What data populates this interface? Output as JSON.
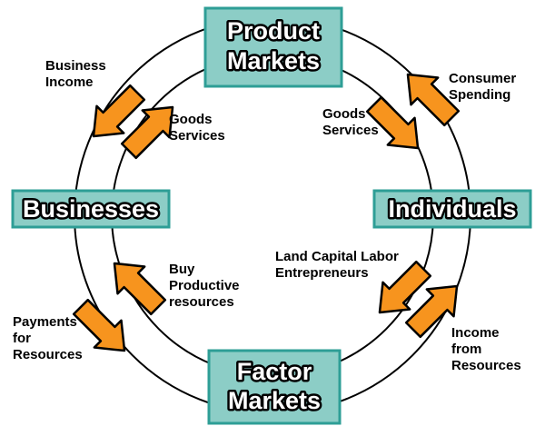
{
  "diagram": {
    "type": "circular-flow-of-economic-activity"
  },
  "colors": {
    "background": "#FFFFFF",
    "ring_stroke": "#000000",
    "arrow_fill": "#F7941E",
    "arrow_outline": "#000000",
    "box_fill": "#8CCDC6",
    "box_border": "#2E9E96",
    "box_text": "#FFFFFF",
    "box_text_outline": "#000000",
    "label_text": "#000000"
  },
  "nodes": {
    "product_markets": {
      "line1": "Product",
      "line2": "Markets"
    },
    "businesses": {
      "label": "Businesses"
    },
    "individuals": {
      "label": "Individuals"
    },
    "factor_markets": {
      "line1": "Factor",
      "line2": "Markets"
    }
  },
  "labels": {
    "business_income": {
      "line1": "Business",
      "line2": "Income"
    },
    "goods_services_upper_left": {
      "line1": "Goods",
      "line2": "Services"
    },
    "goods_services_upper_right": {
      "line1": "Goods",
      "line2": "Services"
    },
    "consumer_spending": {
      "line1": "Consumer",
      "line2": "Spending"
    },
    "land_capital_labor": {
      "line1": "Land Capital Labor",
      "line2": "Entrepreneurs"
    },
    "buy_productive_resources": {
      "line1": "Buy",
      "line2": "Productive",
      "line3": "resources"
    },
    "payments_for_resources": {
      "line1": "Payments",
      "line2": "for",
      "line3": "Resources"
    },
    "income_from_resources": {
      "line1": "Income",
      "line2": "from",
      "line3": "Resources"
    }
  },
  "arrows": [
    {
      "name": "business-income-arrow",
      "loop": "outer",
      "direction": "down-left"
    },
    {
      "name": "goods-services-upper-left-arrow",
      "loop": "inner",
      "direction": "up-right"
    },
    {
      "name": "consumer-spending-arrow",
      "loop": "outer",
      "direction": "up-left"
    },
    {
      "name": "goods-services-upper-right-arrow",
      "loop": "inner",
      "direction": "down-right"
    },
    {
      "name": "buy-productive-resources-arrow",
      "loop": "inner",
      "direction": "up-left"
    },
    {
      "name": "payments-for-resources-arrow",
      "loop": "outer",
      "direction": "down-right"
    },
    {
      "name": "land-capital-labor-arrow",
      "loop": "inner",
      "direction": "down-left"
    },
    {
      "name": "income-from-resources-arrow",
      "loop": "outer",
      "direction": "up-right"
    }
  ]
}
